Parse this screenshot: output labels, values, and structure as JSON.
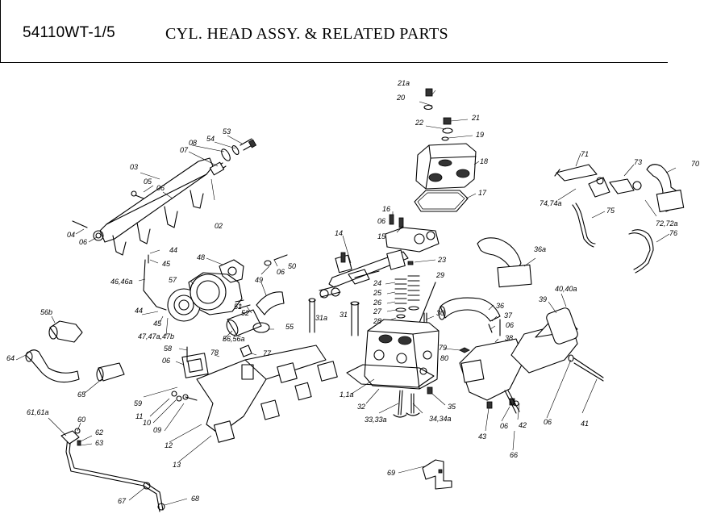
{
  "header": {
    "code": "54110WT-1/5",
    "title": "CYL. HEAD  ASSY. & RELATED PARTS"
  },
  "callouts": {
    "c21a": "21a",
    "c20": "20",
    "c21": "21",
    "c22": "22",
    "c19": "19",
    "c18": "18",
    "c17": "17",
    "c16": "16",
    "c06_top": "06",
    "c15": "15",
    "c23": "23",
    "c14": "14",
    "c24": "24",
    "c25": "25",
    "c26": "26",
    "c27": "27",
    "c28": "28",
    "c29": "29",
    "c30": "30",
    "c31": "31",
    "c31a": "31a",
    "c53": "53",
    "c54": "54",
    "c08": "08",
    "c07": "07",
    "c03": "03",
    "c05": "05",
    "c06_rail": "06",
    "c02": "02",
    "c04": "04",
    "c06_left": "06",
    "c44": "44",
    "c45": "45",
    "c46": "46,46a",
    "c48": "48",
    "c50": "50",
    "c06_turbo": "06",
    "c57": "57",
    "c49": "49",
    "c51": "51",
    "c52": "52",
    "c44b": "44",
    "c45b": "45",
    "c47": "47,47a,47b",
    "c56": "56,56a",
    "c55": "55",
    "c56b": "56b",
    "c64": "64",
    "c65": "65",
    "c58": "58",
    "c06_ex": "06",
    "c78": "78",
    "c77": "77",
    "c59": "59",
    "c11": "11",
    "c10": "10",
    "c09": "09",
    "c12": "12",
    "c13": "13",
    "c61": "61,61a",
    "c60": "60",
    "c62": "62",
    "c63": "63",
    "c67": "67",
    "c68": "68",
    "c1": "1,1a",
    "c32": "32",
    "c33": "33,33a",
    "c34": "34,34a",
    "c35": "35",
    "c69": "69",
    "c79": "79",
    "c80": "80",
    "c36": "36",
    "c37": "37",
    "c06_r1": "06",
    "c38": "38",
    "c36a": "36a",
    "c39": "39",
    "c40": "40,40a",
    "c43": "43",
    "c06_r2": "06",
    "c42": "42",
    "c66": "66",
    "c06_r3": "06",
    "c41": "41",
    "c71": "71",
    "c73": "73",
    "c70": "70",
    "c74": "74,74a",
    "c75": "75",
    "c72": "72,72a",
    "c76": "76"
  },
  "colors": {
    "line": "#000000",
    "background": "#ffffff"
  }
}
